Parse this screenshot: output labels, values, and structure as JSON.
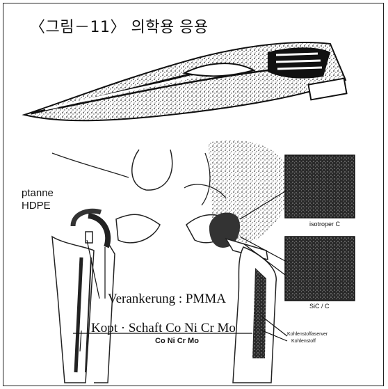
{
  "figure": {
    "title": "〈그림－11〉 의학용 응용",
    "labels": {
      "cup_line1": "ptanne",
      "cup_line2": "HDPE",
      "anchoring": "Verankerung : PMMA",
      "stem": "Kopt · Schaft Co Ni Cr Mo",
      "stem_sub": "Co Ni Cr Mo",
      "micro_top": "isotroper C",
      "micro_bottom": "SiC / C",
      "fiber_line1": "Kohlenstoffaserver",
      "fiber_line2": "Kohlenstoff"
    },
    "colors": {
      "ink": "#111111",
      "paper": "#ffffff",
      "texture": "#3a3a3a"
    }
  }
}
